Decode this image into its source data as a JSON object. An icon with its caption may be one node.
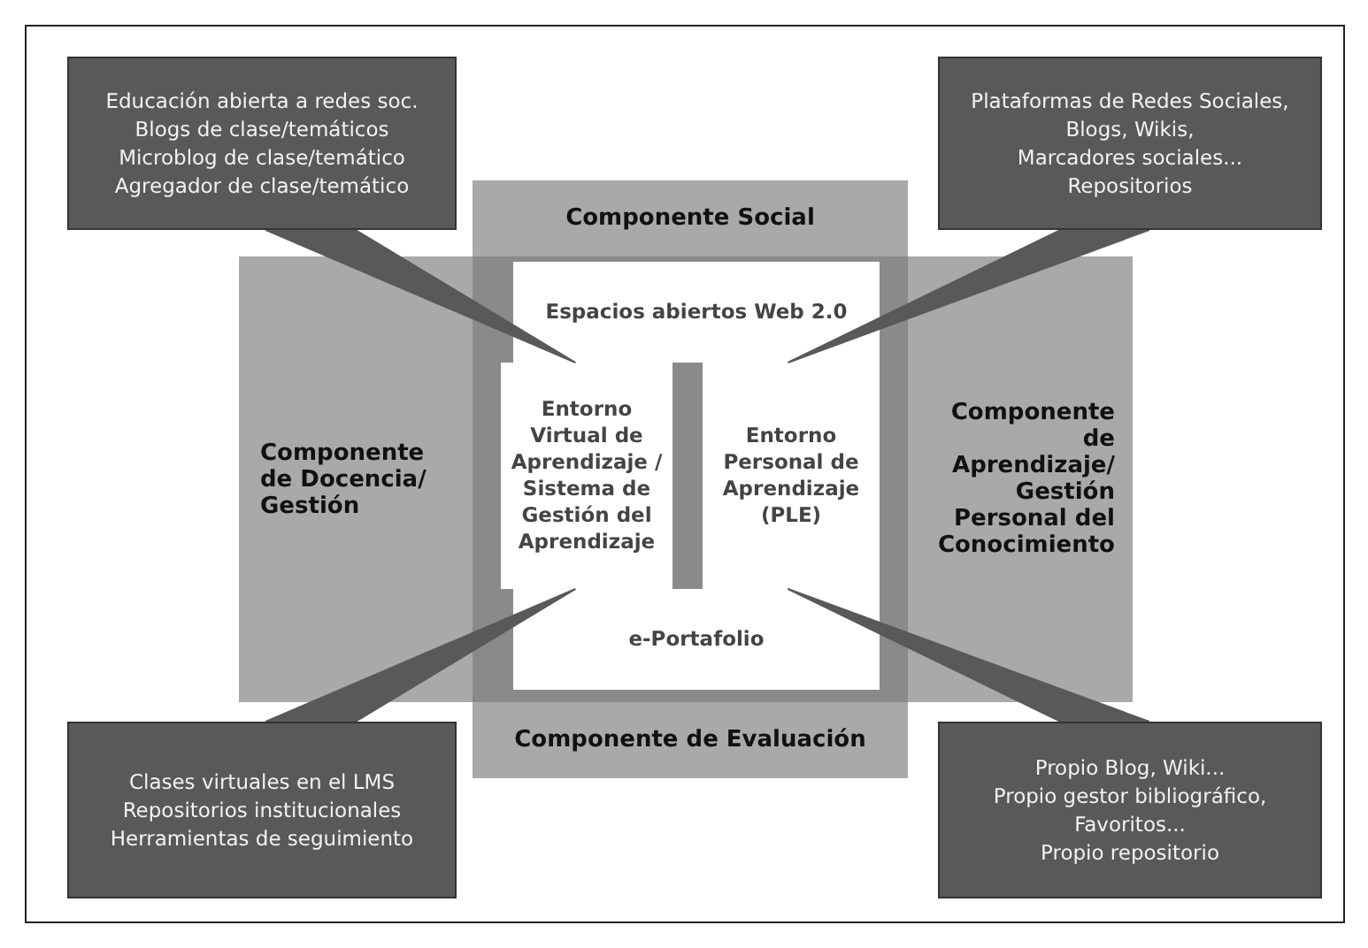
{
  "diagram": {
    "nodes": [
      {
        "text": [
          "Educación abierta a redes soc.",
          "Blogs de clase/temáticos",
          "Microblog de clase/temático",
          "Agregador de clase/temático"
        ]
      },
      {
        "text": [
          "Plataformas de Redes Sociales,",
          "Blogs, Wikis,",
          "Marcadores sociales...",
          "Repositorios"
        ]
      },
      {
        "text": [
          "Componente Social"
        ]
      },
      {
        "text": [
          "Componente de Docencia/ Gestión"
        ]
      },
      {
        "text": [
          "Espacios abiertos Web 2.0"
        ]
      },
      {
        "text": [
          "Entorno Virtual de Aprendizaje / Sistema de Gestión del Aprendizaje"
        ]
      },
      {
        "text": [
          "Entorno Personal de Aprendizaje (PLE)"
        ]
      },
      {
        "text": [
          "Componente de Aprendizaje/ Gestión Personal del Conocimiento"
        ]
      },
      {
        "text": [
          "e-Portafolio"
        ]
      },
      {
        "text": [
          "Componente de Evaluación"
        ]
      },
      {
        "text": [
          "Clases virtuales en el LMS",
          "Repositorios institucionales",
          "Herramientas de seguimiento"
        ]
      },
      {
        "text": [
          "Propio Blog, Wiki...",
          "Propio gestor bibliográfico,",
          "Favoritos...",
          "Propio repositorio"
        ]
      }
    ],
    "edges": [
      {
        "from": 0,
        "to": 4,
        "arrow": "none"
      },
      {
        "from": 1,
        "to": 4,
        "arrow": "none"
      },
      {
        "from": 10,
        "to": 8,
        "arrow": "none"
      },
      {
        "from": 11,
        "to": 8,
        "arrow": "none"
      }
    ]
  }
}
